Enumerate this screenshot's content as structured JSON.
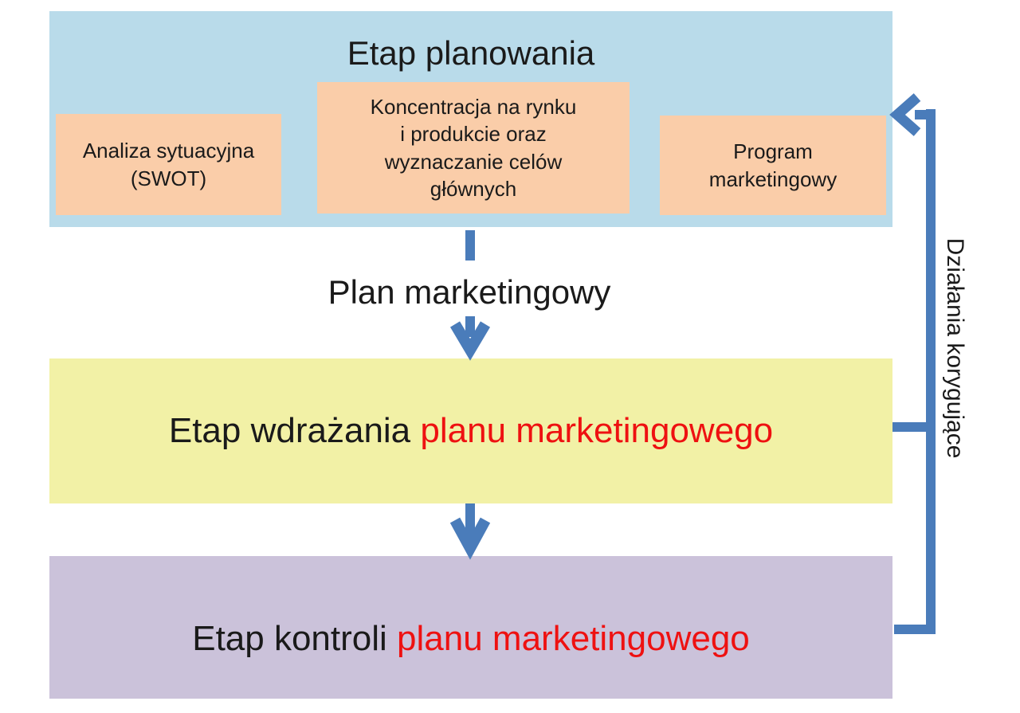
{
  "colors": {
    "planning_box": "#B9DBEA",
    "sub_box": "#FACDA9",
    "implementation_box": "#F2F1A6",
    "control_box": "#CBC2DA",
    "arrow": "#4A7CBA",
    "highlight_red": "#EE1111",
    "text": "#1A1A1A"
  },
  "planning": {
    "title": "Etap planowania",
    "sub_boxes": [
      {
        "label": "Analiza sytuacyjna\n(SWOT)"
      },
      {
        "label": "Koncentracja na rynku\ni produkcie oraz\nwyznaczanie celów\ngłównych"
      },
      {
        "label": "Program\nmarketingowy"
      }
    ]
  },
  "plan_label": "Plan marketingowy",
  "implementation": {
    "black": "Etap wdrażania ",
    "red": "planu marketingowego"
  },
  "control": {
    "black": "Etap kontroli ",
    "red": "planu marketingowego"
  },
  "feedback_label": "Działania korygujące"
}
